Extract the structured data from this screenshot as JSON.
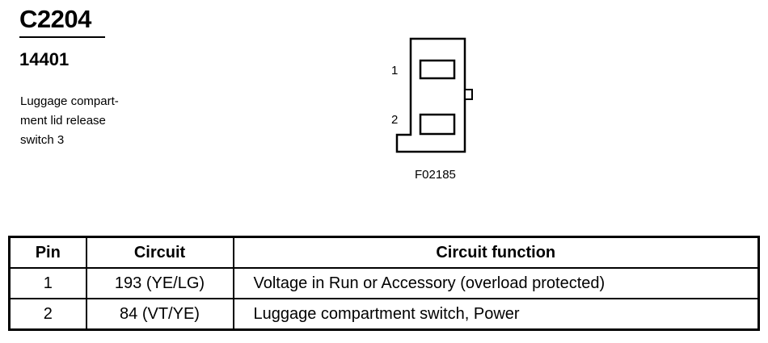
{
  "connector": {
    "id": "C2204",
    "part_number": "14401",
    "description_lines": [
      "Luggage compart-",
      "ment lid release",
      "switch 3"
    ]
  },
  "diagram": {
    "pin_labels": [
      "1",
      "2"
    ],
    "figure_code": "F02185"
  },
  "table": {
    "headers": [
      "Pin",
      "Circuit",
      "Circuit function"
    ],
    "rows": [
      {
        "pin": "1",
        "circuit": "193 (YE/LG)",
        "function": "Voltage in Run or Accessory (overload protected)"
      },
      {
        "pin": "2",
        "circuit": "84 (VT/YE)",
        "function": "Luggage compartment switch, Power"
      }
    ]
  }
}
